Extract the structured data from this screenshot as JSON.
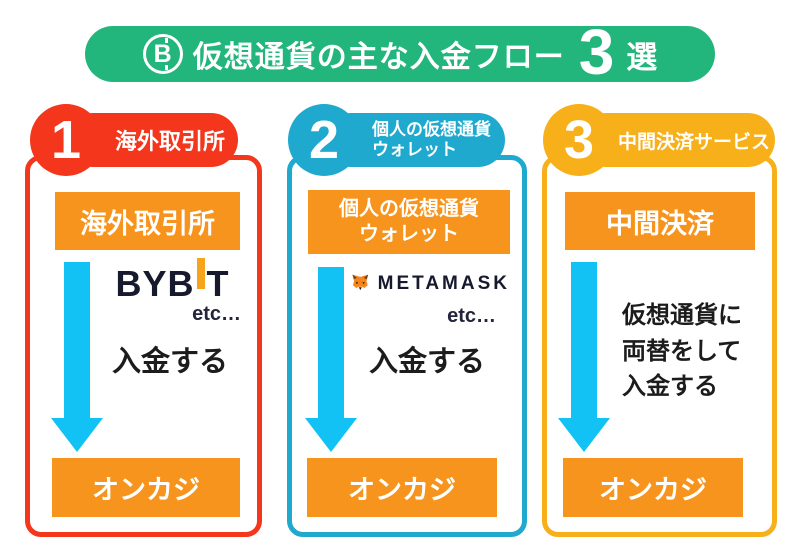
{
  "colors": {
    "header_green": "#22B57C",
    "col1_red": "#F4361C",
    "col2_cyan": "#1FA9CF",
    "col3_amber": "#F7B019",
    "box_orange": "#F7941D",
    "arrow_cyan": "#12C2F4",
    "logo_dark": "#17192D",
    "bybit_i_orange": "#F7A31C"
  },
  "header": {
    "icon": "bitcoin-icon",
    "icon_letter": "B",
    "title": "仮想通貨の主な入金フロー",
    "count": "3",
    "count_suffix": "選"
  },
  "columns": [
    {
      "number": "1",
      "badge_lines": [
        "海外取引所"
      ],
      "source_lines": [
        "海外取引所"
      ],
      "logo": {
        "name": "bybit-logo",
        "left": "BYB",
        "right": "T"
      },
      "etc": "etc…",
      "action": "入金する",
      "destination": "オンカジ"
    },
    {
      "number": "2",
      "badge_lines": [
        "個人の仮想通貨",
        "ウォレット"
      ],
      "source_lines": [
        "個人の仮想通貨",
        "ウォレット"
      ],
      "logo": {
        "name": "metamask-logo",
        "text": "METAMASK"
      },
      "etc": "etc…",
      "action": "入金する",
      "destination": "オンカジ"
    },
    {
      "number": "3",
      "badge_lines": [
        "中間決済サービス"
      ],
      "source_lines": [
        "中間決済"
      ],
      "note_lines": [
        "仮想通貨に",
        "両替をして",
        "入金する"
      ],
      "destination": "オンカジ"
    }
  ]
}
